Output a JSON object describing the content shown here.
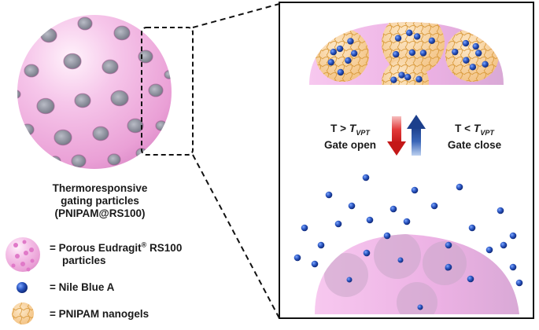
{
  "particle_label": {
    "line1": "Thermoresponsive",
    "line2": "gating particles",
    "line3": "(PNIPAM@RS100)"
  },
  "state_open": {
    "prefix": "T >",
    "symbol": "T",
    "subscript": "VPT",
    "caption": "Gate open"
  },
  "state_close": {
    "prefix": "T <",
    "symbol": "T",
    "subscript": "VPT",
    "caption": "Gate close"
  },
  "legend": {
    "porous_text": "= Porous Eudragit",
    "porous_sup": "®",
    "porous_suffix": " RS100",
    "porous_line2": "particles",
    "dye": "= Nile Blue A",
    "nanogel": "= PNIPAM nanogels"
  },
  "colors": {
    "particle_pink": "#f4b6e6",
    "pore_gray": "#7c7c84",
    "dye_blue": "#1f3f9a",
    "nanogel_orange": "#f5c27a",
    "arrow_red": "#d42a2a",
    "arrow_blue": "#1f4ea0"
  }
}
